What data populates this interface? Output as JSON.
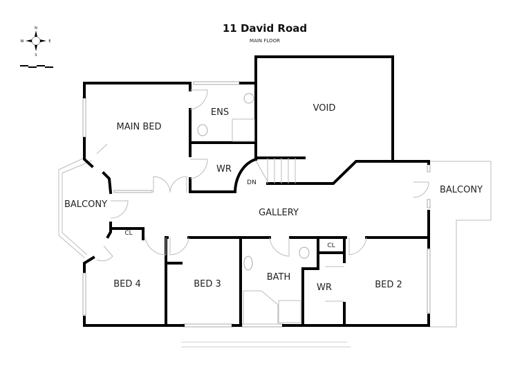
{
  "header": {
    "title": "11 David Road",
    "subtitle": "MAIN FLOOR"
  },
  "compass": {
    "n": "N",
    "s": "S",
    "e": "E",
    "w": "W"
  },
  "rooms": {
    "main_bed": "MAIN BED",
    "ens": "ENS",
    "void": "VOID",
    "wr_upper": "WR",
    "dn": "DN",
    "balcony_left": "BALCONY",
    "gallery": "GALLERY",
    "balcony_right": "BALCONY",
    "cl_left": "CL",
    "cl_right": "CL",
    "bed4": "BED 4",
    "bed3": "BED 3",
    "bath": "BATH",
    "wr_lower": "WR",
    "bed2": "BED 2"
  }
}
